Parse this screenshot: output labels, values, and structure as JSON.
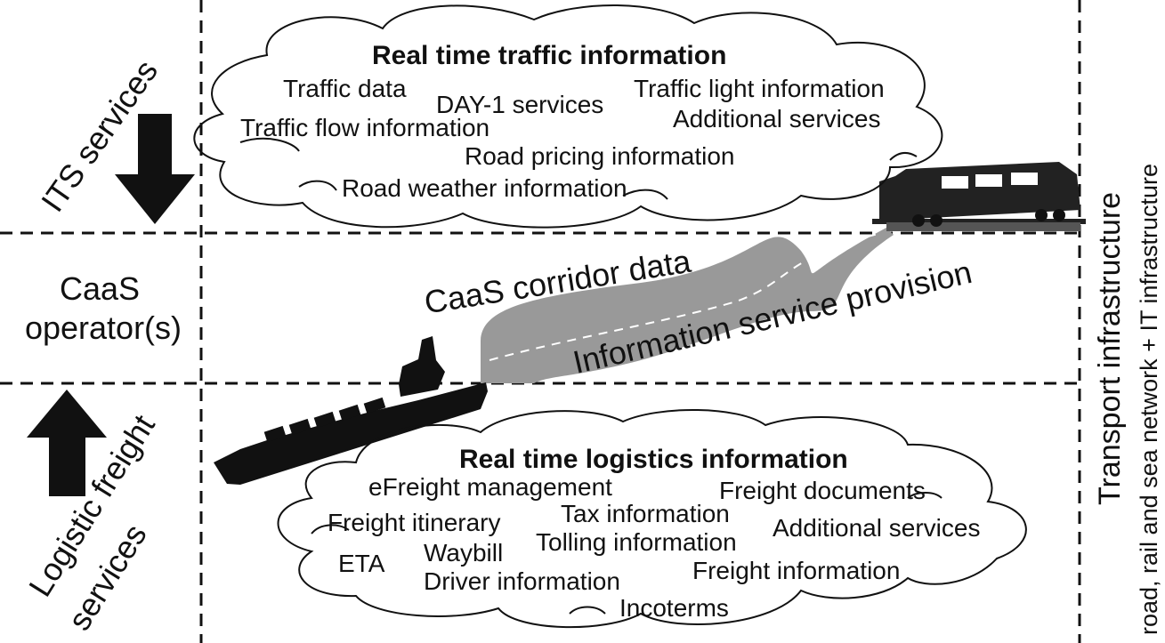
{
  "left_labels": {
    "its_services": "ITS services",
    "caas_operators_line1": "CaaS",
    "caas_operators_line2": "operator(s)",
    "logistic_line1": "Logistic freight",
    "logistic_line2": "services"
  },
  "right_labels": {
    "transport_infrastructure": "Transport infrastructure",
    "network_infrastructure": "road, rail and sea network + IT infrastructure"
  },
  "middle": {
    "corridor_data": "CaaS corridor data",
    "service_provision": "Information service provision"
  },
  "traffic_cloud": {
    "title": "Real time traffic information",
    "items": [
      "Traffic data",
      "DAY-1 services",
      "Traffic light information",
      "Additional services",
      "Traffic flow information",
      "Road pricing information",
      "Road weather information"
    ]
  },
  "logistics_cloud": {
    "title": "Real time logistics information",
    "items": [
      "eFreight management",
      "Freight documents",
      "Freight itinerary",
      "Tax information",
      "Additional services",
      "Tolling information",
      "Waybill",
      "ETA",
      "Freight information",
      "Driver information",
      "Incoterms"
    ]
  }
}
